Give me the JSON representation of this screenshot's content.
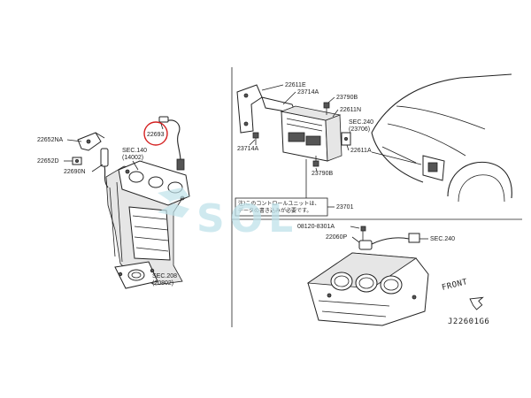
{
  "labels": {
    "l22690": "22693",
    "l22652na": "22652NA",
    "l22652d": "22652D",
    "l22690n": "22690N",
    "sec140": "SEC.140",
    "sec140sub": "(14002)",
    "sec208": "SEC.208",
    "sec208sub": "(20802)",
    "l22611e": "22611E",
    "l23714a_top": "23714A",
    "l23790b_top": "23790B",
    "l22611n": "22611N",
    "sec240a": "SEC.240",
    "sec240asub": "(23706)",
    "l23714a_left": "23714A",
    "l22611a": "22611A",
    "l23790b_bot": "23790B",
    "l23701": "23701",
    "note1": "注)このコントロールユニットは、",
    "note2": "データの書き込みが必要です。",
    "bolt": "08120-8301A",
    "l22060p": "22060P",
    "sec240b": "SEC.240",
    "front": "FRONT",
    "code": "J22601G6",
    "watermark": "SOL"
  }
}
